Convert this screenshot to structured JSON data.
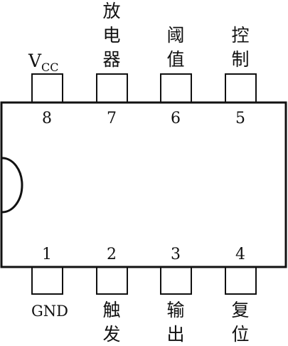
{
  "top_pins": [
    {
      "number": "8",
      "label_lines": [],
      "label_main": "V",
      "label_sub": "CC"
    },
    {
      "number": "7",
      "label_lines": [
        "放",
        "电",
        "器"
      ]
    },
    {
      "number": "6",
      "label_lines": [
        "阈",
        "值"
      ]
    },
    {
      "number": "5",
      "label_lines": [
        "控",
        "制"
      ]
    }
  ],
  "bottom_pins": [
    {
      "number": "1",
      "label_lines": [],
      "label_text": "GND"
    },
    {
      "number": "2",
      "label_lines": [
        "触",
        "发"
      ]
    },
    {
      "number": "3",
      "label_lines": [
        "输",
        "出"
      ]
    },
    {
      "number": "4",
      "label_lines": [
        "复",
        "位"
      ]
    }
  ],
  "colors": {
    "stroke": "#111111",
    "background": "#ffffff"
  }
}
